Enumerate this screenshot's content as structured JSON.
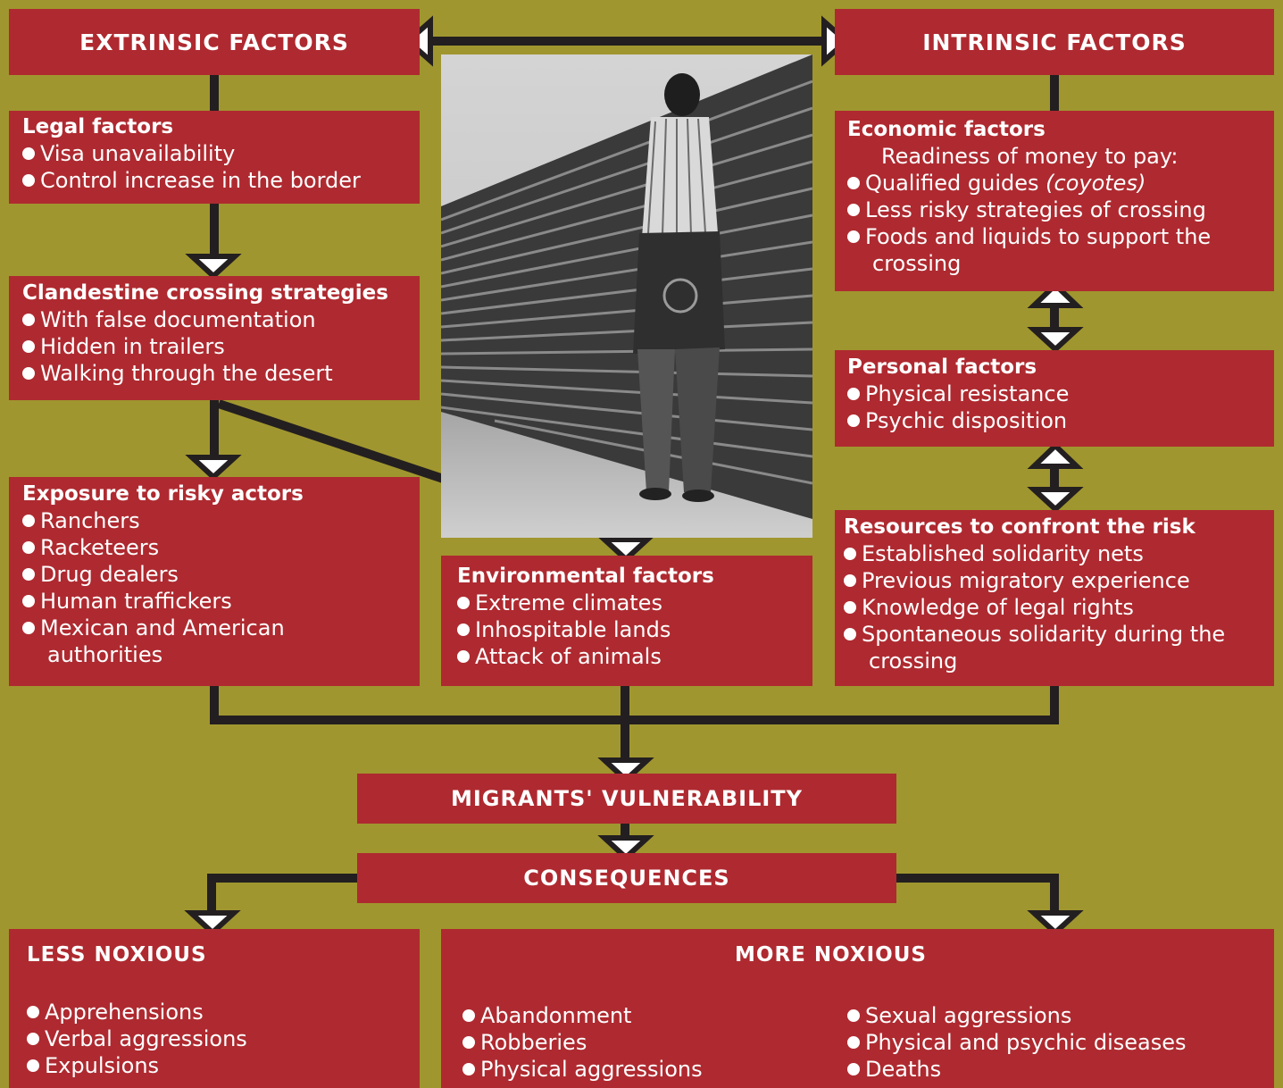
{
  "extrinsic": {
    "title": "EXTRINSIC FACTORS"
  },
  "intrinsic": {
    "title": "INTRINSIC FACTORS"
  },
  "legal": {
    "title": "Legal factors",
    "items": [
      "Visa unavailability",
      "Control increase in the border"
    ]
  },
  "clandestine": {
    "title": "Clandestine crossing strategies",
    "items": [
      "With false documentation",
      "Hidden in trailers",
      "Walking through the desert"
    ]
  },
  "exposure": {
    "title": "Exposure to risky actors",
    "items": [
      "Ranchers",
      "Racketeers",
      "Drug dealers",
      "Human traffickers",
      "Mexican and American"
    ],
    "continuation": "authorities"
  },
  "environmental": {
    "title": "Environmental factors",
    "items": [
      "Extreme climates",
      "Inhospitable lands",
      "Attack of animals"
    ]
  },
  "economic": {
    "title": "Economic factors",
    "intro": "Readiness of money to pay:",
    "item1_text": "Qualified guides ",
    "item1_italic": "(coyotes)",
    "items": [
      "Less risky strategies of crossing",
      "Foods and liquids to support the"
    ],
    "continuation": "crossing"
  },
  "personal": {
    "title": "Personal factors",
    "items": [
      "Physical resistance",
      "Psychic disposition"
    ]
  },
  "resources": {
    "title": "Resources to confront the risk",
    "items": [
      "Established solidarity nets",
      "Previous migratory experience",
      "Knowledge of legal rights",
      "Spontaneous solidarity during the"
    ],
    "continuation": "crossing"
  },
  "vulnerability": {
    "title": "MIGRANTS' VULNERABILITY"
  },
  "consequences": {
    "title": "CONSEQUENCES"
  },
  "less_noxious": {
    "title": "LESS NOXIOUS",
    "items": [
      "Apprehensions",
      "Verbal aggressions",
      "Expulsions"
    ]
  },
  "more_noxious": {
    "title": "MORE NOXIOUS",
    "left_items": [
      "Abandonment",
      "Robberies",
      "Physical aggressions"
    ],
    "right_items": [
      "Sexual aggressions",
      "Physical and psychic diseases",
      "Deaths"
    ]
  },
  "colors": {
    "background": "#a0962f",
    "box": "#ae2a30",
    "line": "#231f20",
    "text": "#ffffff"
  }
}
